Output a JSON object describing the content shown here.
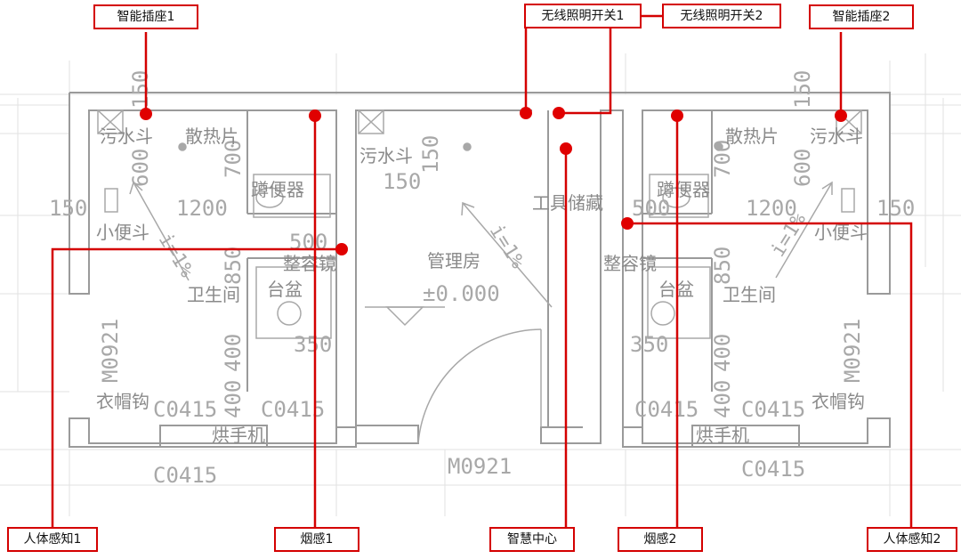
{
  "accent_color": "#d40000",
  "callouts": {
    "smart_socket_1": "智能插座1",
    "smart_socket_2": "智能插座2",
    "light_switch_1": "无线照明开关1",
    "light_switch_2": "无线照明开关2",
    "body_sensor_1": "人体感知1",
    "body_sensor_2": "人体感知2",
    "smoke_sensor_1": "烟感1",
    "smoke_sensor_2": "烟感2",
    "smart_center": "智慧中心"
  },
  "labels": {
    "mop_sink": "污水斗",
    "radiator": "散热片",
    "squat_toilet": "蹲便器",
    "urinal": "小便斗",
    "mirror": "整容镜",
    "restroom": "卫生间",
    "basin": "台盆",
    "coat_hook": "衣帽钩",
    "hand_dryer": "烘手机",
    "management_room": "管理房",
    "tool_storage": "工具储藏",
    "elevation": "±0.000",
    "slope": "i=1%",
    "door_code": "M0921",
    "window_code": "C0415"
  },
  "dimensions": {
    "d150": "150",
    "d600": "600",
    "d700": "700",
    "d1200": "1200",
    "d500": "500",
    "d850": "850",
    "d400": "400",
    "d350": "350"
  }
}
